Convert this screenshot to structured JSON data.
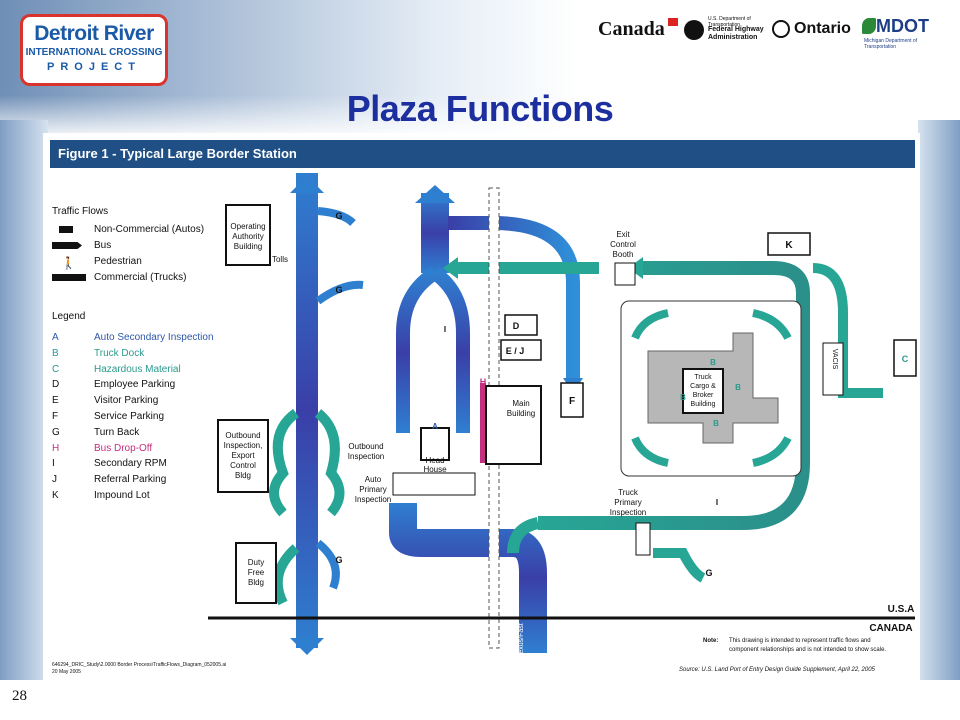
{
  "header": {
    "logo": {
      "line1": "Detroit River",
      "line2": "INTERNATIONAL CROSSING",
      "line3": "PROJECT"
    },
    "partners": [
      "Canada",
      "U.S. Department of Transportation",
      "Federal Highway Administration",
      "Ontario",
      "MDOT",
      "Michigan Department of Transportation"
    ]
  },
  "slide": {
    "title": "Plaza Functions",
    "page_number": "28"
  },
  "figure": {
    "title": "Figure 1 - Typical Large Border Station",
    "traffic_flows_heading": "Traffic Flows",
    "traffic_flows": [
      "Non-Commercial (Autos)",
      "Bus",
      "Pedestrian",
      "Commercial (Trucks)"
    ],
    "legend_heading": "Legend",
    "legend": [
      {
        "key": "A",
        "label": "Auto Secondary Inspection",
        "color": "#2f57a8"
      },
      {
        "key": "B",
        "label": "Truck Dock",
        "color": "#2a9a8c"
      },
      {
        "key": "C",
        "label": "Hazardous Material",
        "color": "#2a9a8c"
      },
      {
        "key": "D",
        "label": "Employee Parking",
        "color": "#111111"
      },
      {
        "key": "E",
        "label": "Visitor Parking",
        "color": "#111111"
      },
      {
        "key": "F",
        "label": "Service Parking",
        "color": "#111111"
      },
      {
        "key": "G",
        "label": "Turn Back",
        "color": "#111111"
      },
      {
        "key": "H",
        "label": "Bus Drop-Off",
        "color": "#c2307f"
      },
      {
        "key": "I",
        "label": "Secondary RPM",
        "color": "#111111"
      },
      {
        "key": "J",
        "label": "Referral Parking",
        "color": "#111111"
      },
      {
        "key": "K",
        "label": "Impound Lot",
        "color": "#111111"
      }
    ],
    "labels": {
      "operating_authority": [
        "Operating",
        "Authority",
        "Building"
      ],
      "tolls": "Tolls",
      "exit_control": [
        "Exit",
        "Control",
        "Booth"
      ],
      "outbound_inspection": [
        "Outbound",
        "Inspection,",
        "Export",
        "Control",
        "Bldg"
      ],
      "outbound_inspection_lane": [
        "Outbound",
        "Inspection"
      ],
      "head_house": [
        "Head",
        "House"
      ],
      "auto_primary": [
        "Auto",
        "Primary",
        "Inspection"
      ],
      "main_building": [
        "Main",
        "Building"
      ],
      "duty_free": [
        "Duty",
        "Free",
        "Bldg"
      ],
      "truck_cargo": [
        "Truck",
        "Cargo &",
        "Broker",
        "Building"
      ],
      "truck_primary": [
        "Truck",
        "Primary",
        "Inspection"
      ],
      "vacis": "VACIS",
      "nexus": "Nexus/Fast",
      "usa": "U.S.A",
      "canada": "CANADA",
      "k": "K",
      "f": "F",
      "c": "C",
      "d": "D",
      "ej": "E / J",
      "g": "G",
      "i": "I",
      "a": "A",
      "b": "B",
      "h": "H"
    },
    "note_label": "Note:",
    "note": [
      "This drawing is intended to represent traffic flows and",
      "component relationships and is not intended to show scale."
    ],
    "file_ref": [
      "646294_DRIC_Study\\2.0000 Border Process\\TrafficFlows_Diagram_052005.ai",
      "20 May 2005"
    ],
    "source": "Source: U.S. Land Port of Entry Design Guide Supplement, April 22, 2005"
  },
  "colors": {
    "auto_flow": "#2f7fd0",
    "auto_flow_dark": "#3a3fa8",
    "truck_flow": "#27a595",
    "bus_flow": "#c2307f",
    "header_band": "#1f4f85",
    "title": "#1d2f9e"
  }
}
